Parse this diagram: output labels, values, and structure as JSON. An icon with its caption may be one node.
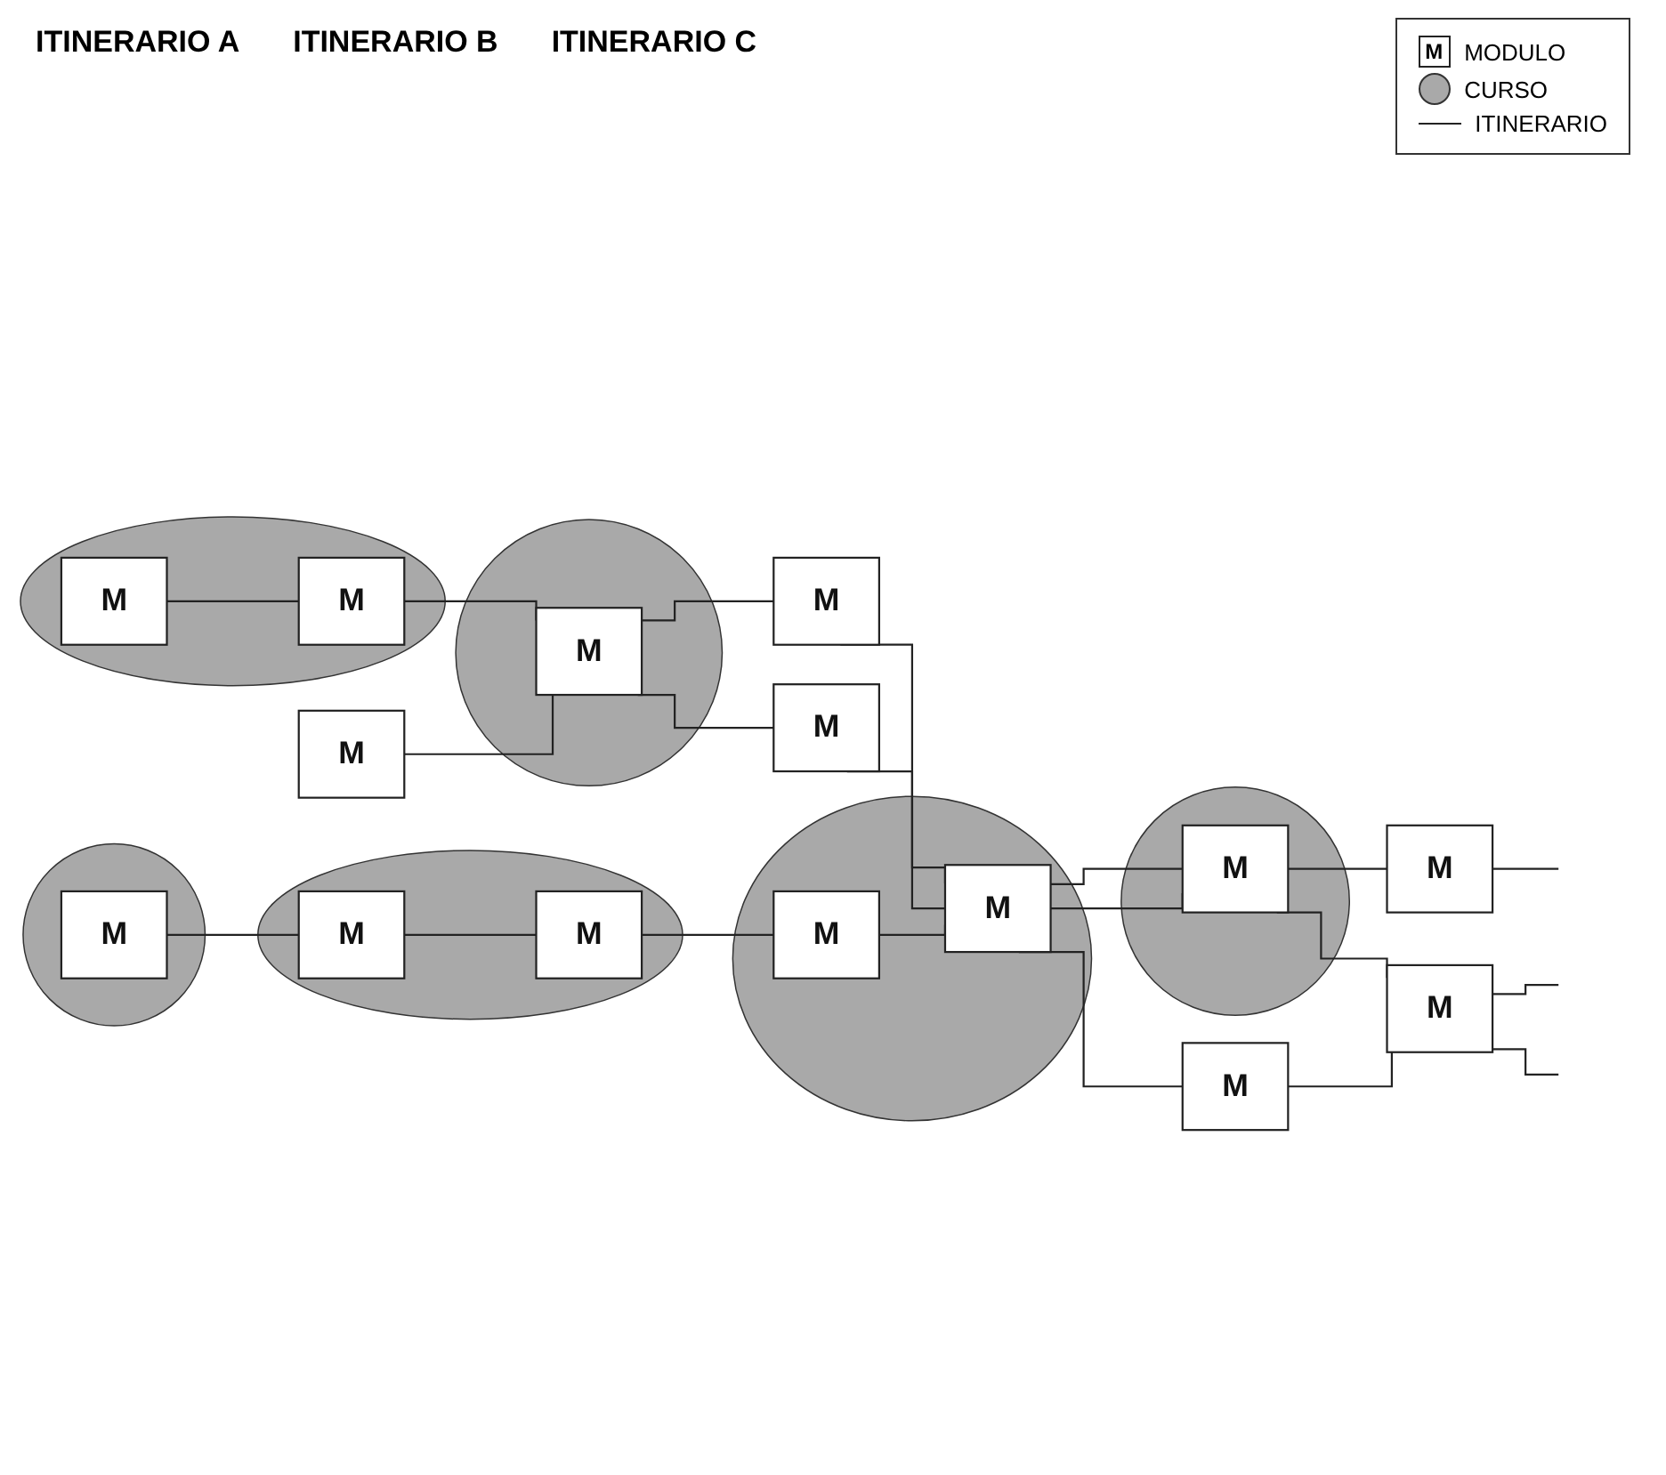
{
  "diagram": {
    "nodes": [
      {
        "text": [],
        "shape": "ellipse"
      },
      {
        "text": [
          "M"
        ],
        "in": 0
      },
      {
        "text": [
          "M"
        ],
        "in": 0
      },
      {
        "text": [
          "M"
        ]
      },
      {
        "text": [
          "M"
        ]
      },
      {
        "text": [],
        "shape": "circle"
      },
      {
        "text": [
          "M"
        ],
        "in": 5
      },
      {
        "text": [],
        "shape": "circle"
      },
      {
        "text": [
          "M"
        ],
        "in": 7
      },
      {
        "text": [
          "M"
        ]
      },
      {
        "text": [
          "M"
        ]
      },
      {
        "text": [],
        "shape": "ellipse"
      },
      {
        "text": [
          "M"
        ],
        "in": 11
      },
      {
        "text": [
          "M"
        ]
      },
      {
        "text": [],
        "shape": "circle"
      },
      {
        "text": [
          "M"
        ],
        "in": 14
      },
      {
        "text": [],
        "shape": "ellipse"
      },
      {
        "text": [
          "M"
        ],
        "in": 16
      },
      {
        "text": [
          "M"
        ],
        "in": 16
      },
      {
        "text": [
          "M"
        ],
        "in": 11
      },
      {
        "text": [
          "M"
        ]
      }
    ],
    "edges": [
      {
        "from": 1,
        "to": 2,
        "arrow": "none"
      },
      {
        "from": 2,
        "to": 6,
        "arrow": "none"
      },
      {
        "from": 9,
        "to": 6,
        "arrow": "none"
      },
      {
        "from": 6,
        "to": 3,
        "arrow": "none"
      },
      {
        "from": 6,
        "to": 10,
        "arrow": "none"
      },
      {
        "from": 3,
        "to": 12,
        "arrow": "none"
      },
      {
        "from": 10,
        "to": 12,
        "arrow": "none"
      },
      {
        "from": 15,
        "to": 17,
        "arrow": "none"
      },
      {
        "from": 17,
        "to": 18,
        "arrow": "none"
      },
      {
        "from": 18,
        "to": 19,
        "arrow": "none"
      },
      {
        "from": 19,
        "to": 12,
        "arrow": "none"
      },
      {
        "from": 12,
        "to": 8,
        "arrow": "none"
      },
      {
        "from": 12,
        "to": 8,
        "arrow": "none"
      },
      {
        "from": 12,
        "to": 20,
        "arrow": "none"
      },
      {
        "from": 8,
        "to": 4,
        "arrow": "none"
      },
      {
        "from": 8,
        "to": 13,
        "arrow": "none"
      },
      {
        "from": 20,
        "to": 13,
        "arrow": "none"
      },
      {
        "from": 4,
        "to": null,
        "arrow": "none"
      },
      {
        "from": 13,
        "to": null,
        "arrow": "none"
      },
      {
        "from": 13,
        "to": null,
        "arrow": "none"
      }
    ],
    "labels": [
      "M",
      "ITINERARIO A",
      "ITINERARIO B",
      "ITINERARIO C"
    ],
    "legend": [
      {
        "text": "MODULO"
      },
      {
        "text": "CURSO"
      },
      {
        "text": "ITINERARIO"
      }
    ]
  }
}
